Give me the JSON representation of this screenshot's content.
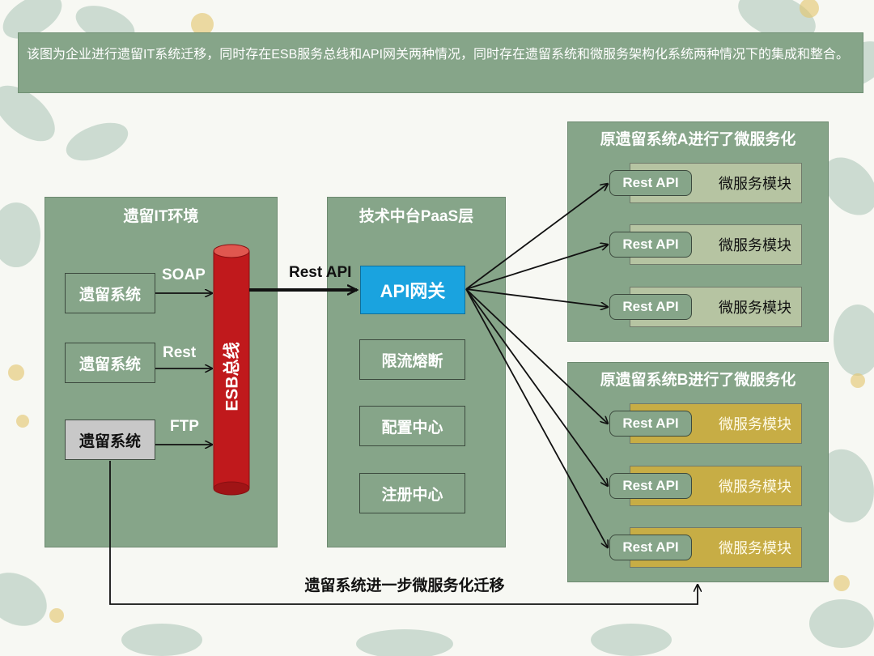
{
  "banner": {
    "text": "该图为企业进行遗留IT系统迁移，同时存在ESB服务总线和API网关两种情况，同时存在遗留系统和微服务架构化系统两种情况下的集成和整合。"
  },
  "legacy_panel": {
    "title": "遗留IT环境",
    "systems": [
      "遗留系统",
      "遗留系统",
      "遗留系统"
    ],
    "protocols": [
      "SOAP",
      "Rest",
      "FTP"
    ],
    "esb_label": "ESB总线"
  },
  "paas_panel": {
    "title": "技术中台PaaS层",
    "gateway_label": "API网关",
    "components": [
      "限流熔断",
      "配置中心",
      "注册中心"
    ]
  },
  "connector_label": "Rest API",
  "system_a": {
    "title": "原遗留系统A进行了微服务化",
    "modules": [
      {
        "api": "Rest API",
        "module": "微服务模块"
      },
      {
        "api": "Rest API",
        "module": "微服务模块"
      },
      {
        "api": "Rest API",
        "module": "微服务模块"
      }
    ]
  },
  "system_b": {
    "title": "原遗留系统B进行了微服务化",
    "modules": [
      {
        "api": "Rest API",
        "module": "微服务模块"
      },
      {
        "api": "Rest API",
        "module": "微服务模块"
      },
      {
        "api": "Rest API",
        "module": "微服务模块"
      }
    ]
  },
  "migration_label": "遗留系统进一步微服务化迁移",
  "colors": {
    "panel": "#86a589",
    "gateway": "#1aa3df",
    "esb": "#c0191c",
    "module_a": "#b6c4a2",
    "module_b": "#c7ad45"
  }
}
